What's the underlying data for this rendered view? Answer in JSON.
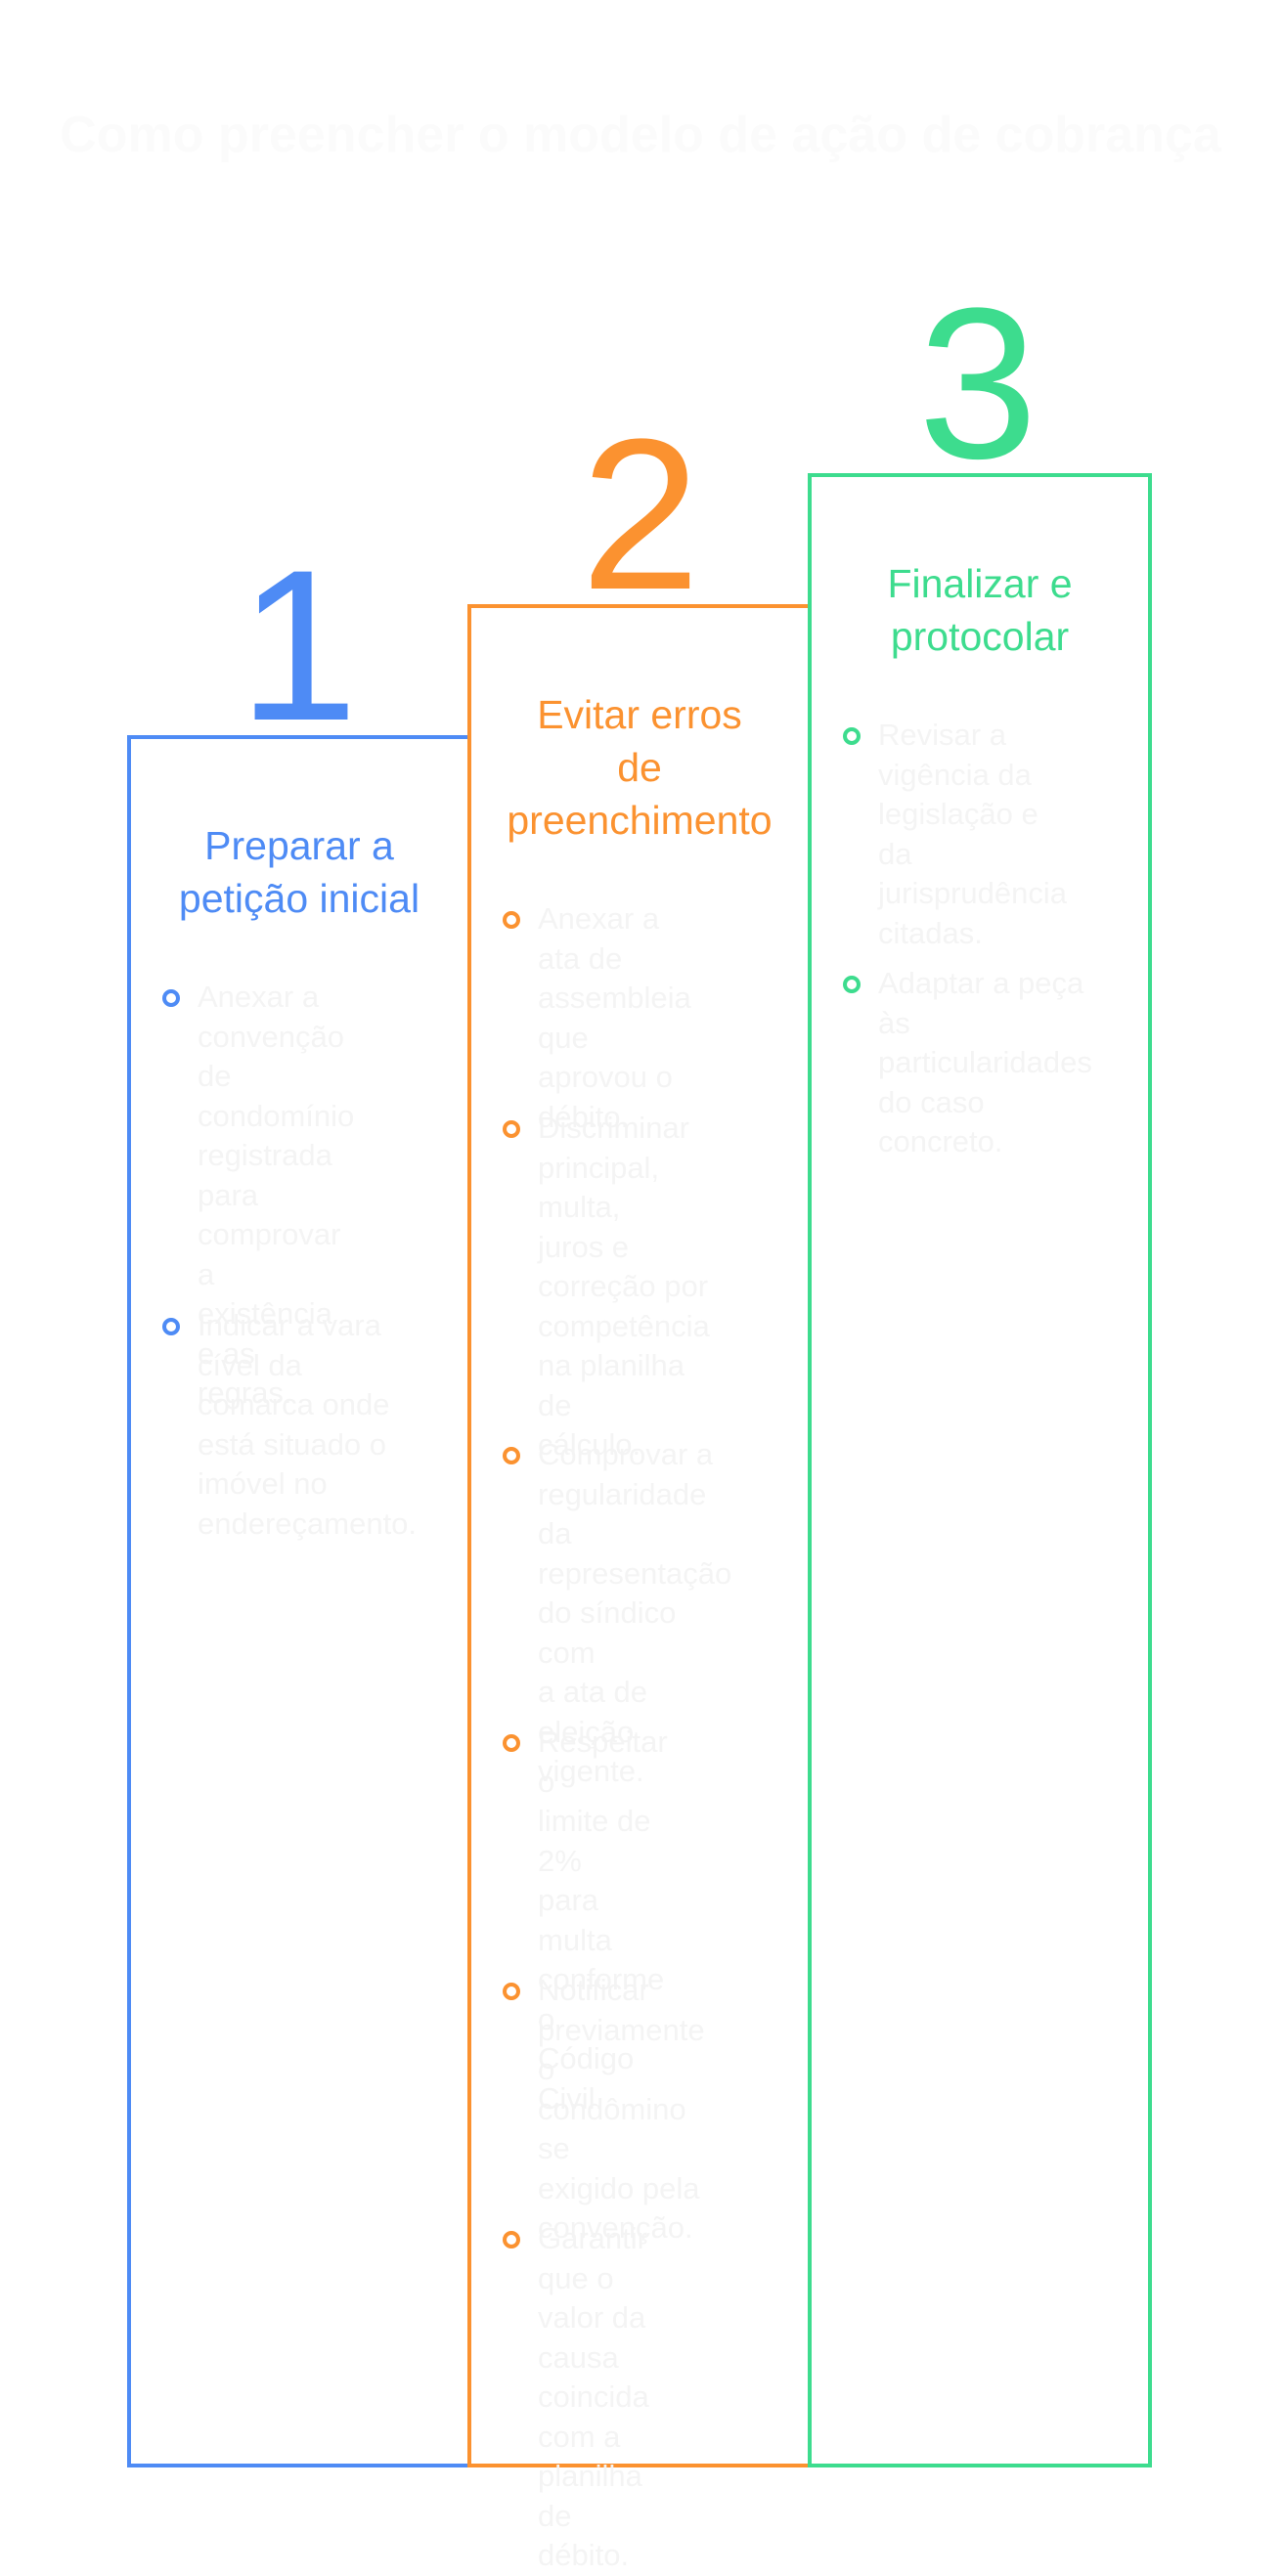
{
  "title": "Como preencher o modelo de ação de cobrança",
  "colors": {
    "step1": "#4e8bf5",
    "step2": "#fb9230",
    "step3": "#3ddc8e",
    "item_text": "#f4f4f4",
    "title_text": "#fbfbfb"
  },
  "steps": [
    {
      "number": "1",
      "title_lines": [
        "Preparar a",
        "petição inicial"
      ],
      "items": [
        [
          "Anexar a",
          "convenção de",
          "condomínio",
          "registrada para",
          "comprovar a",
          "existência e as",
          "regras."
        ],
        [
          "Indicar a vara",
          "cível da",
          "comarca onde",
          "está situado o",
          "imóvel no",
          "endereçamento."
        ]
      ]
    },
    {
      "number": "2",
      "title_lines": [
        "Evitar erros",
        "de",
        "preenchimento"
      ],
      "items": [
        [
          "Anexar a ata de",
          "assembleia que",
          "aprovou o",
          "débito."
        ],
        [
          "Discriminar",
          "principal, multa,",
          "juros e",
          "correção por",
          "competência",
          "na planilha de",
          "cálculo."
        ],
        [
          "Comprovar a",
          "regularidade da",
          "representação",
          "do síndico com",
          "a ata de eleição",
          "vigente."
        ],
        [
          "Respeitar o",
          "limite de 2%",
          "para multa",
          "conforme o",
          "Código Civil."
        ],
        [
          "Notificar",
          "previamente o",
          "condômino se",
          "exigido pela",
          "convenção."
        ],
        [
          "Garantir que o",
          "valor da causa",
          "coincida com a",
          "planilha de",
          "débito."
        ]
      ]
    },
    {
      "number": "3",
      "title_lines": [
        "Finalizar e",
        "protocolar"
      ],
      "items": [
        [
          "Revisar a",
          "vigência da",
          "legislação e da",
          "jurisprudência",
          "citadas."
        ],
        [
          "Adaptar a peça",
          "às",
          "particularidades",
          "do caso",
          "concreto."
        ]
      ]
    }
  ]
}
